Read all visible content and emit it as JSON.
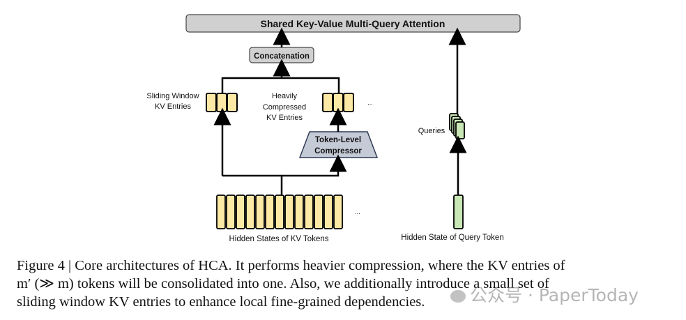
{
  "diagram": {
    "top_box": "Shared Key-Value Multi-Query Attention",
    "concat_box": "Concatenation",
    "compressor_line1": "Token-Level",
    "compressor_line2": "Compressor",
    "sliding_label_line1": "Sliding Window",
    "sliding_label_line2": "KV Entries",
    "heavy_label_line1": "Heavily",
    "heavy_label_line2": "Compressed",
    "heavy_label_line3": "KV Entries",
    "ellipsis": "...",
    "queries_label": "Queries",
    "kv_tokens_label": "Hidden States of KV Tokens",
    "query_token_label": "Hidden State of Query Token",
    "colors": {
      "kv_fill": "#fde9a6",
      "query_fill": "#c9e6b5",
      "box_fill": "#d0d0d0",
      "compressor_fill": "#c5cbd6"
    }
  },
  "caption": {
    "line1": "Figure 4 | Core architectures of HCA. It performs heavier compression, where the KV entries of",
    "line2": "m′ (≫ m) tokens will be consolidated into one.  Also, we additionally introduce a small set of",
    "line3": "sliding window KV entries to enhance local fine-grained dependencies."
  },
  "watermark": {
    "text": "公众号 · PaperToday",
    "icon": "wechat-icon"
  }
}
